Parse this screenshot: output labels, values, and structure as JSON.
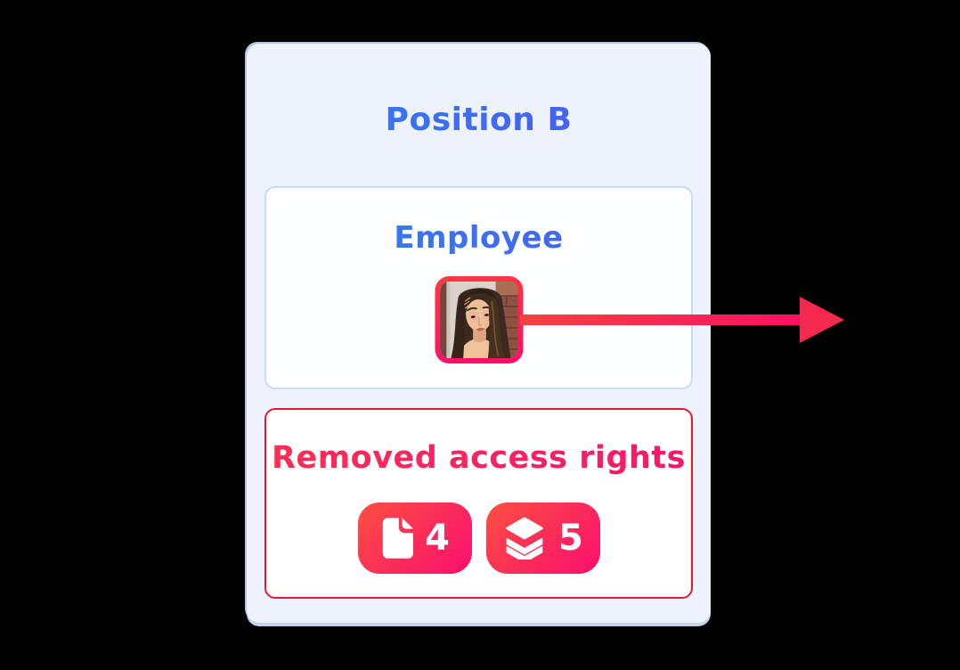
{
  "page": {
    "background_color": "#000000"
  },
  "position_card": {
    "title": "Position B",
    "background_color": "#edf2fc",
    "title_gradient": [
      "#2e80f5",
      "#5056ee"
    ]
  },
  "employee_section": {
    "title": "Employee",
    "avatar": {
      "description": "portrait photo of employee with tinted glasses",
      "border_gradient": [
        "#fc3b3d",
        "#fb0c6e"
      ]
    }
  },
  "removed_section": {
    "title": "Removed access rights",
    "border_color": "#e9192b",
    "title_gradient": [
      "#fa2e55",
      "#f9176b"
    ],
    "badge_gradient": [
      "#fc4f41",
      "#fa0e6e"
    ],
    "badges": [
      {
        "icon": "file-icon",
        "count": "4"
      },
      {
        "icon": "layers-icon",
        "count": "5"
      }
    ]
  },
  "arrow": {
    "direction": "right",
    "body_gradient": [
      "#f5423f",
      "#fb1163"
    ],
    "head_color": "#f6294f"
  }
}
